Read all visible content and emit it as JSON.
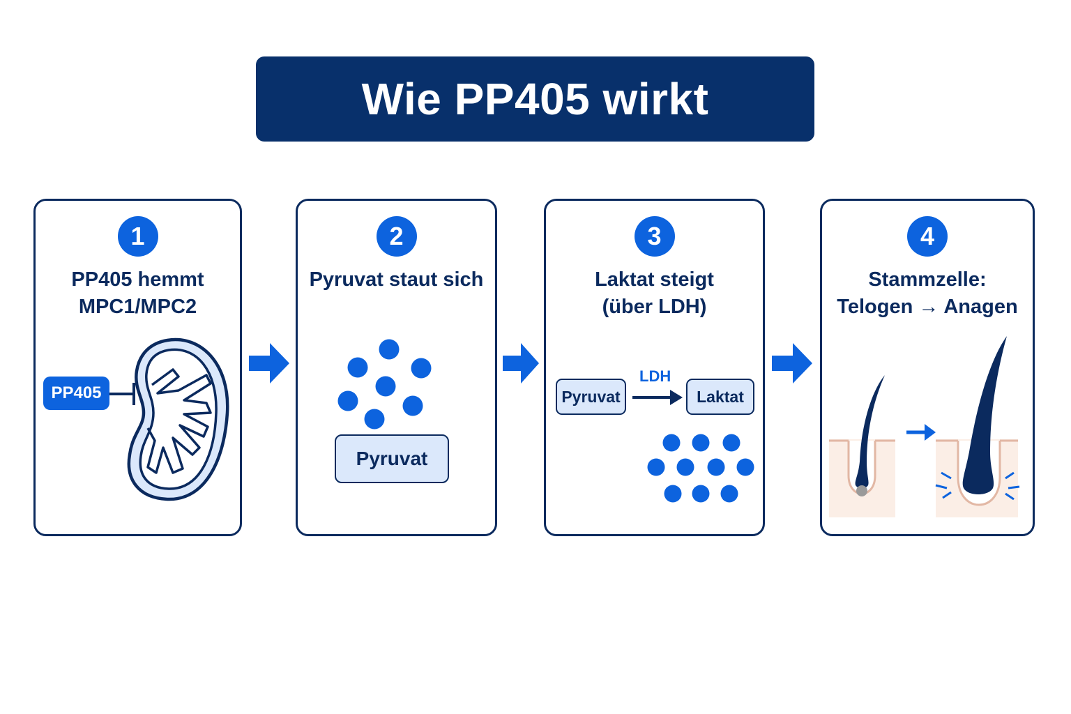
{
  "title": "Wie PP405 wirkt",
  "steps": [
    {
      "number": "1",
      "label_lines": [
        "PP405 hemmt",
        "MPC1/MPC2"
      ]
    },
    {
      "number": "2",
      "label_lines": [
        "Pyruvat staut sich"
      ]
    },
    {
      "number": "3",
      "label_lines": [
        "Laktat steigt",
        "(über LDH)"
      ]
    },
    {
      "number": "4",
      "label_lines": [
        "Stammzelle:",
        "Telogen → Anagen"
      ]
    }
  ],
  "step1": {
    "inhibitor_label": "PP405"
  },
  "step2": {
    "box_label": "Pyruvat"
  },
  "step3": {
    "from_label": "Pyruvat",
    "to_label": "Laktat",
    "enzyme_label": "LDH"
  },
  "colors": {
    "navy": "#08306b",
    "accent_blue": "#0d63de",
    "light_blue_fill": "#dbe8fb",
    "skin": "#fbeee6",
    "skin_line": "#e2b7a4"
  },
  "icons": [
    "mitochondrion-icon",
    "molecule-dots-icon",
    "hair-follicle-telogen-icon",
    "hair-follicle-anagen-icon",
    "right-arrow-icon"
  ]
}
